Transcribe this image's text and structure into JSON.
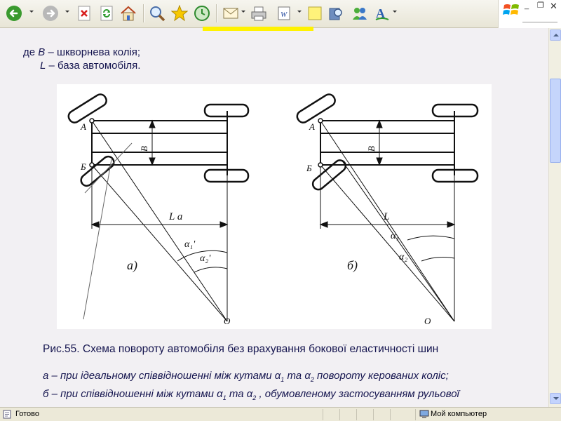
{
  "toolbar": {
    "buttons": [
      "back",
      "forward",
      "stop",
      "refresh",
      "home",
      "search",
      "favorites",
      "history",
      "mail",
      "print",
      "edit",
      "discuss",
      "research",
      "messenger",
      "font"
    ]
  },
  "content": {
    "line1_prefix": "де ",
    "line1_var": "B",
    "line1_rest": " – шкворнева колія;",
    "line2_var": "L",
    "line2_rest": " – база автомобіля.",
    "figure": {
      "left_label": "а)",
      "right_label": "б)",
      "point_A": "А",
      "point_B": "Б",
      "point_O": "О",
      "dim_B": "B",
      "dim_La": "L a",
      "dim_L": "L",
      "alpha1p": "α₁'",
      "alpha2p": "α₂'",
      "alpha1": "α₁",
      "alpha2": "α₂"
    },
    "caption": "Рис.55. Схема повороту автомобіля без врахування бокової еластичності шин",
    "note_a_pre": "а – при ідеальному співвідношенні між кутами α",
    "note_a_mid": " та α",
    "note_a_post": " повороту керованих коліс;",
    "note_b_pre": "б – при співвідношенні між кутами α",
    "note_b_mid": " та α",
    "note_b_post": " , обумовленому застосуванням рульової",
    "sub1": "1",
    "sub2": "2"
  },
  "status": {
    "text": "Готово",
    "zone": "Мой компьютер"
  },
  "colors": {
    "text": "#15154f",
    "page_bg": "#f2f0f3",
    "highlight": "#fff200"
  }
}
